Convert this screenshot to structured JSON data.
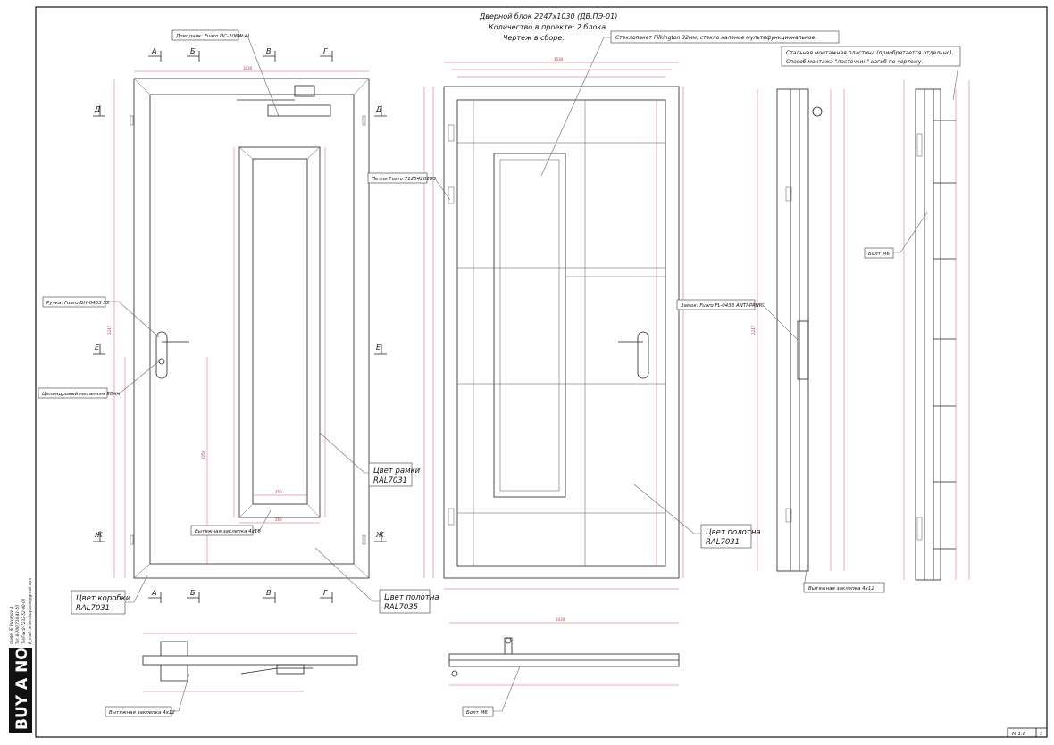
{
  "title": {
    "line1": "Дверной блок 2247х1030 (ДВ.ПЭ-01)",
    "line2": "Количество в проекте: 2 блока.",
    "line3": "Чертеж в сборе."
  },
  "callouts": {
    "glass": "Стеклопакет Pilkington 32мм, стекло каленое мультифункциональное.",
    "plate_line1": "Стальная монтажная пластина (приобретается отдельно).",
    "plate_line2": "Способ монтажа \"ласточкин\" изгиб по чертежу.",
    "closer": "Доводчик: Fuaro DC-206W AL",
    "handle": "Ручка: Fuaro DH-0433 SS",
    "cylinder": "Цилиндровый механизм 90мм",
    "hinges": "Петли Fuaro 7125420100",
    "lock": "Замок: Fuaro FL-0433 ANTI-PANIC",
    "bolt_m6_side": "Болт М6",
    "bolt_m6_bottom": "Болт М6",
    "rivet_frame": "Вытяжная заклепка 4х16",
    "rivet_side": "Вытяжная заклепка 4х12",
    "rivet_bottom": "Вытяжная заклепка 4х12",
    "frame_color_line1": "Цвет рамки",
    "frame_color_line2": "RAL7031",
    "leaf_color_front_line1": "Цвет полотна",
    "leaf_color_front_line2": "RAL7035",
    "leaf_color_back_line1": "Цвет полотна",
    "leaf_color_back_line2": "RAL7031",
    "box_color_line1": "Цвет коробки",
    "box_color_line2": "RAL7031"
  },
  "section_marks": {
    "a": "А",
    "b": "Б",
    "v": "В",
    "g": "Г",
    "d": "Д",
    "e": "Е",
    "zh": "Ж"
  },
  "dimensions": {
    "width": "1030",
    "height": "2247",
    "glass_w_inner": "250",
    "glass_w_outer": "260",
    "back_width": "1030",
    "bottom_width": "1030",
    "side_height": "2247",
    "handle_h": "1050"
  },
  "author": {
    "made": "made: IE Buyanov A.",
    "tel": "Tel: 8-700-716-41-50",
    "fax": "Tel/Fax:8-7232-52-00-01",
    "email": "E_mail: artem.buyanov@gmail.com",
    "logo": "BUY A NOV"
  },
  "stamp": {
    "scale": "М 1:8",
    "sheet": "1"
  }
}
